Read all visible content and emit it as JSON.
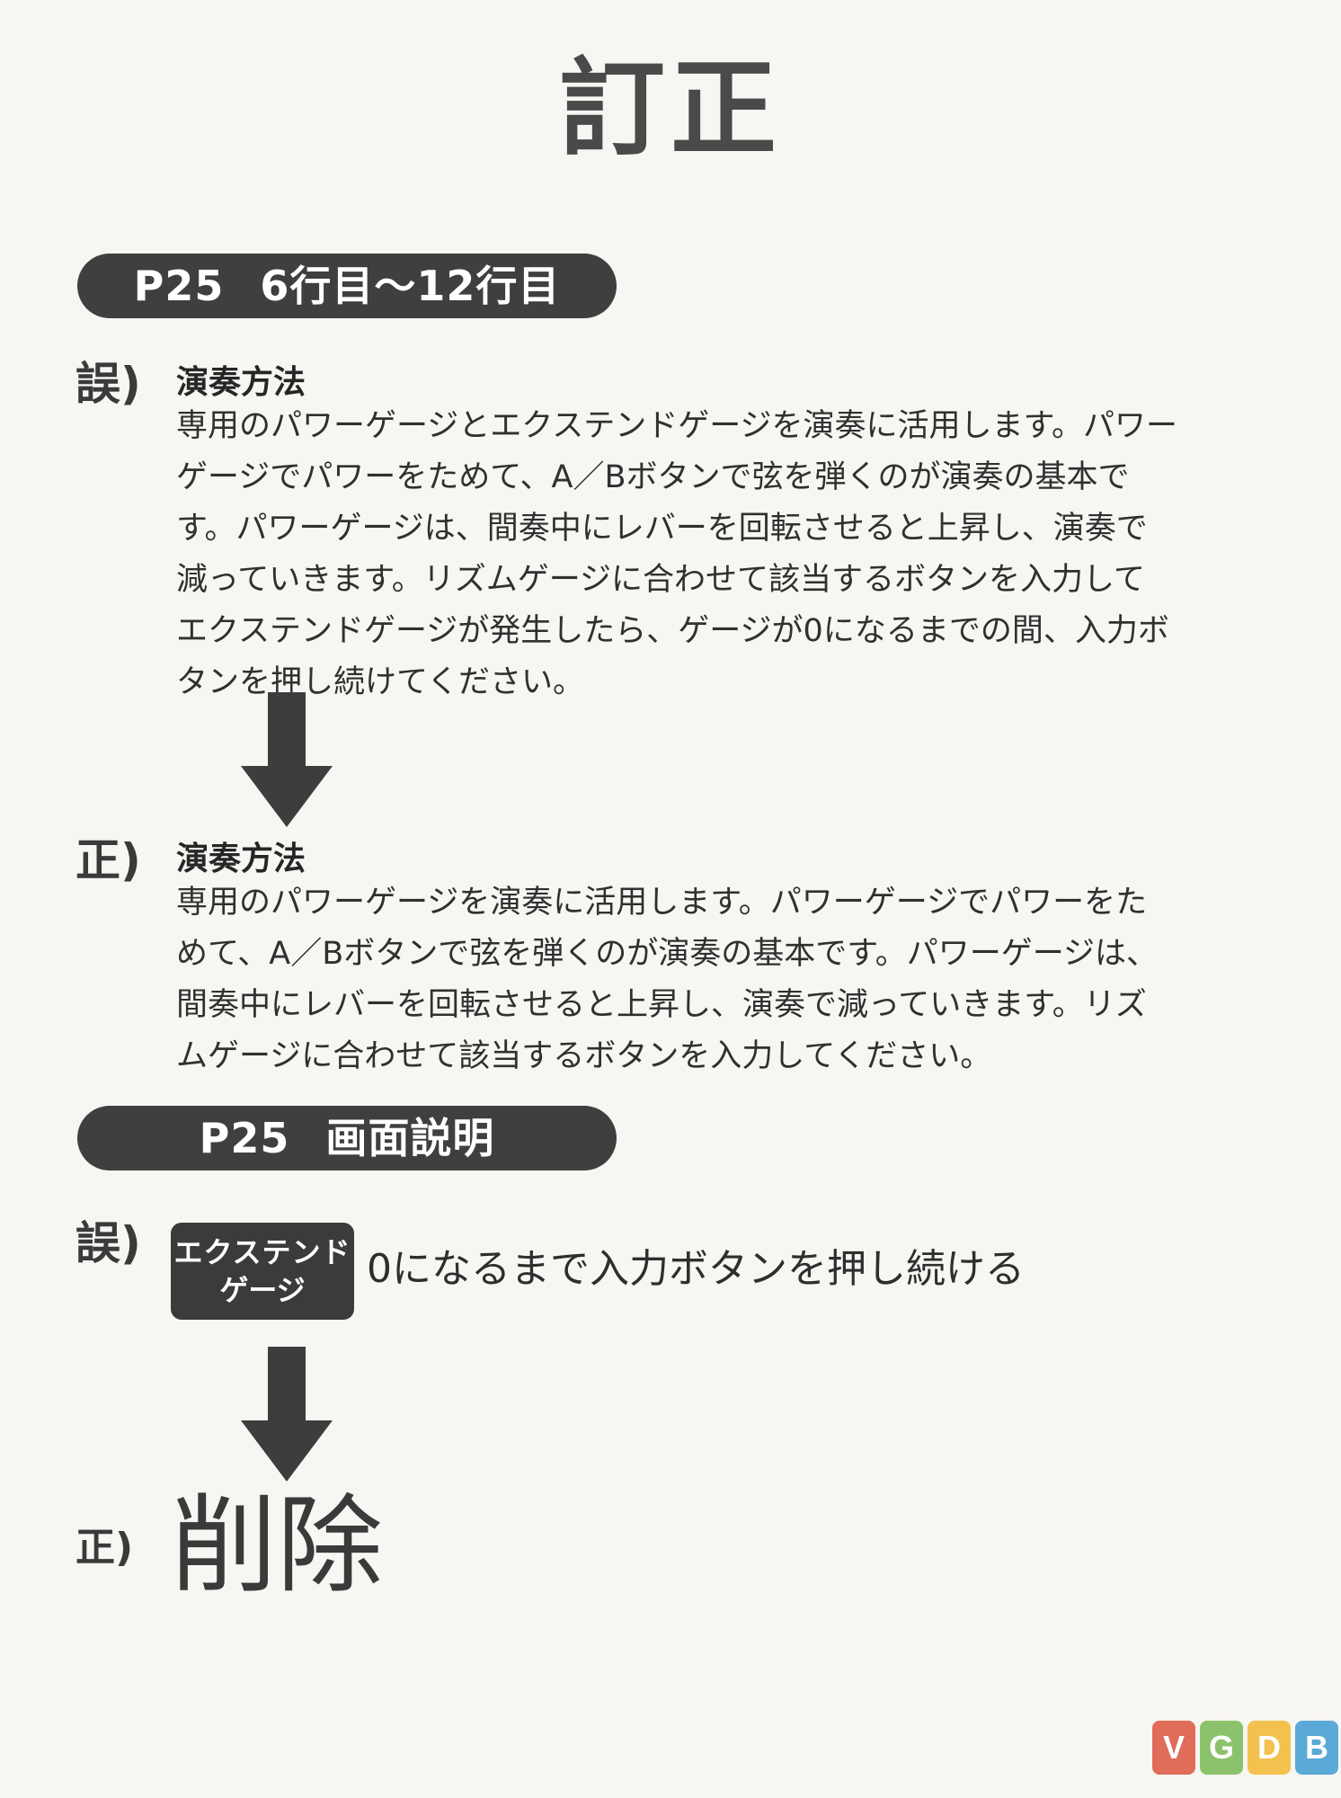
{
  "title": "訂正",
  "sections": [
    {
      "pill_page": "P25",
      "pill_label": "6行目〜12行目",
      "wrong": {
        "marker": "誤)",
        "heading": "演奏方法",
        "lines": [
          "専用のパワーゲージとエクステンドゲージを演奏に活用します。パワー",
          "ゲージでパワーをためて、A／Bボタンで弦を弾くのが演奏の基本で",
          "す。パワーゲージは、間奏中にレバーを回転させると上昇し、演奏で",
          "減っていきます。リズムゲージに合わせて該当するボタンを入力して",
          "エクステンドゲージが発生したら、ゲージが0になるまでの間、入力ボ",
          "タンを押し続けてください。"
        ]
      },
      "correct": {
        "marker": "正)",
        "heading": "演奏方法",
        "lines": [
          "専用のパワーゲージを演奏に活用します。パワーゲージでパワーをた",
          "めて、A／Bボタンで弦を弾くのが演奏の基本です。パワーゲージは、",
          "間奏中にレバーを回転させると上昇し、演奏で減っていきます。リズ",
          "ムゲージに合わせて該当するボタンを入力してください。"
        ]
      }
    },
    {
      "pill_page": "P25",
      "pill_label": "画面説明",
      "wrong": {
        "marker": "誤)",
        "badge_line1": "エクステンド",
        "badge_line2": "ゲージ",
        "text": "0になるまで入力ボタンを押し続ける"
      },
      "correct": {
        "marker": "正)",
        "text": "削除"
      }
    }
  ],
  "watermark": {
    "letters": [
      "V",
      "G",
      "D",
      "B"
    ],
    "colors": [
      "#e06c5a",
      "#8cc26b",
      "#f2c14e",
      "#5aa9d6"
    ]
  }
}
